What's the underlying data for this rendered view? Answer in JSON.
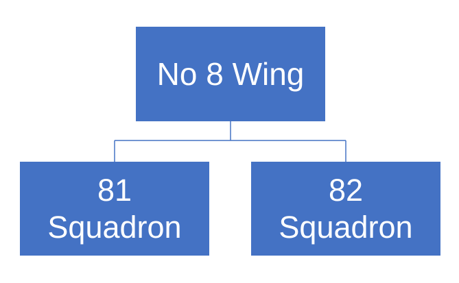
{
  "diagram": {
    "type": "org-chart",
    "colors": {
      "node_fill": "#4472C4",
      "node_text": "#FFFFFF",
      "connector": "#4472C4",
      "background": "#FFFFFF"
    },
    "root": {
      "label": "No 8 Wing"
    },
    "children": [
      {
        "line1": "81",
        "line2": "Squadron"
      },
      {
        "line1": "82",
        "line2": "Squadron"
      }
    ]
  }
}
